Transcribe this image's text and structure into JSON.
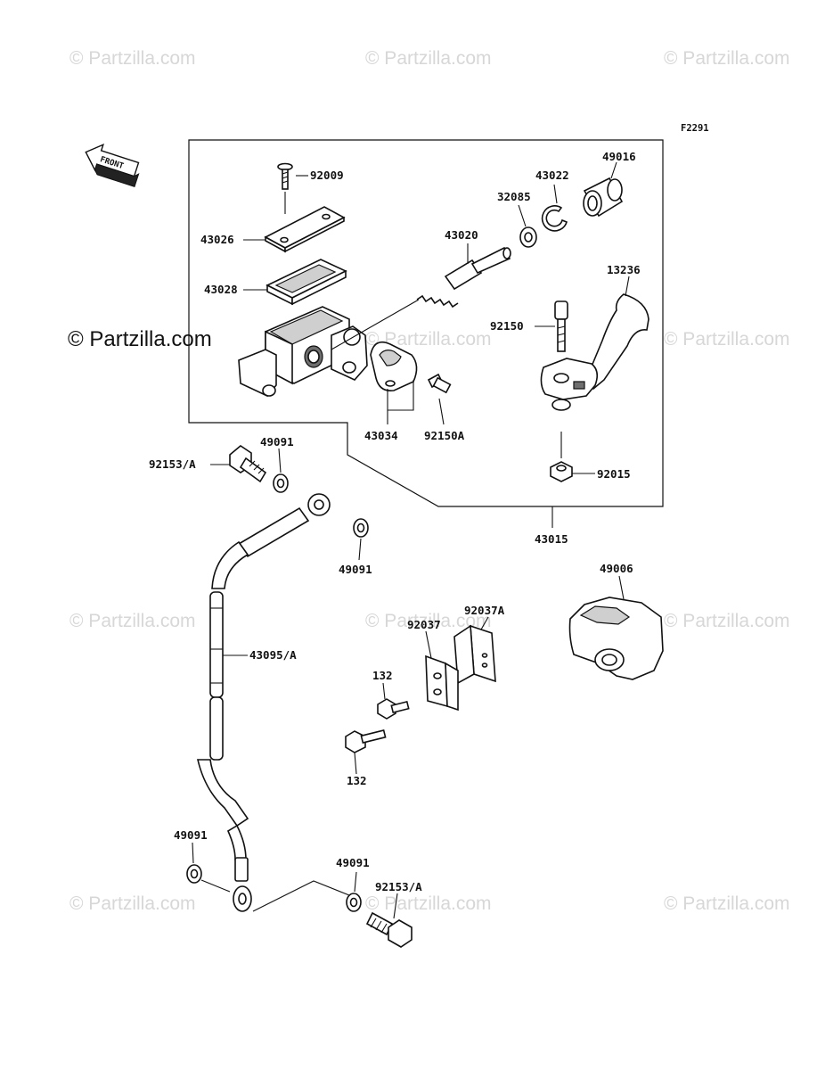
{
  "diagram": {
    "figure_code": "F2291",
    "front_marker": "FRONT",
    "watermark": "© Partzilla.com",
    "watermark_main": "© Partzilla.com",
    "parts": {
      "p92009": "92009",
      "p43026": "43026",
      "p43028": "43028",
      "p43020": "43020",
      "p32085": "32085",
      "p43022": "43022",
      "p49016": "49016",
      "p13236": "13236",
      "p92150": "92150",
      "p43034": "43034",
      "p92150A": "92150A",
      "p92015": "92015",
      "p43015": "43015",
      "p92153A_top": "92153/A",
      "p49091_a": "49091",
      "p49091_b": "49091",
      "p43095A": "43095/A",
      "p49006": "49006",
      "p92037": "92037",
      "p92037A": "92037A",
      "p132_a": "132",
      "p132_b": "132",
      "p49091_c": "49091",
      "p49091_d": "49091",
      "p92153A_bot": "92153/A"
    }
  }
}
